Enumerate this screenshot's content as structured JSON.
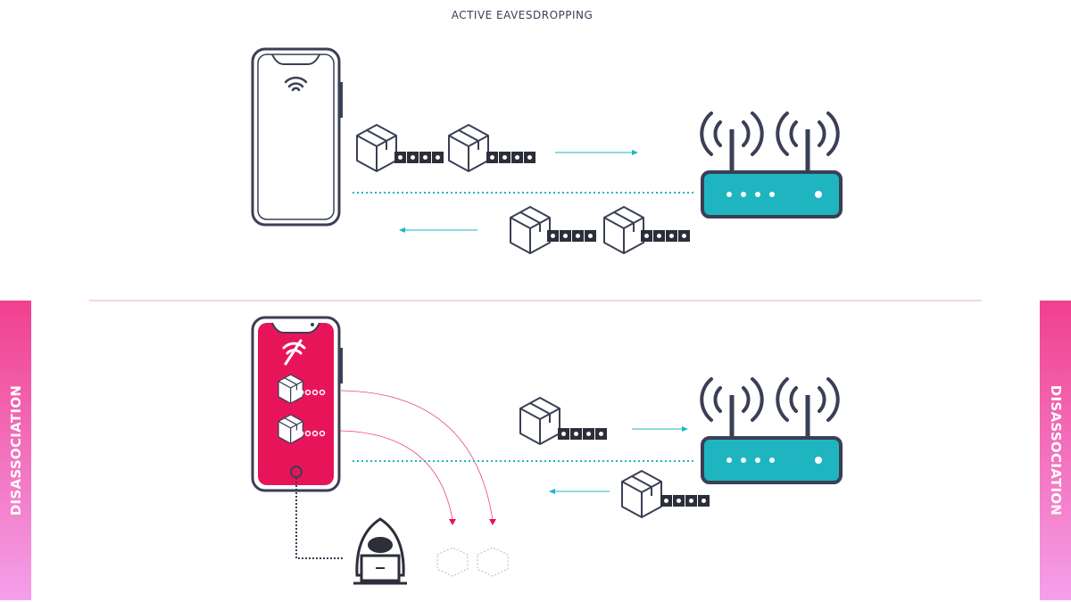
{
  "title": "ACTIVE EAVESDROPPING",
  "banners": {
    "left": "DISASSOCIATION",
    "right": "DISASSOCIATION"
  },
  "colors": {
    "accent": "#1fb5c0",
    "attack": "#e8145a",
    "banner": "#f0408e",
    "line": "#3a3f55"
  },
  "icons": [
    "smartphone-icon",
    "wifi-icon",
    "wifi-off-icon",
    "package-icon",
    "router-icon",
    "hacker-icon",
    "arrow-icon"
  ]
}
